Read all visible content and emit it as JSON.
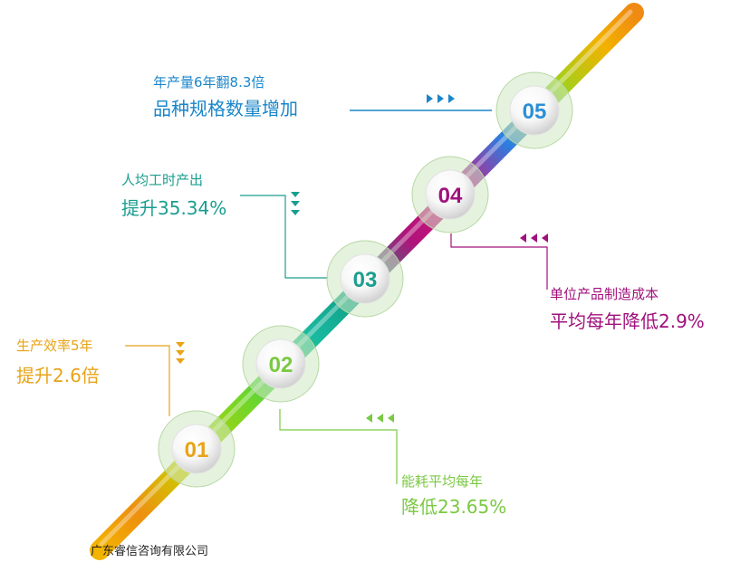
{
  "steps": [
    {
      "number": "01",
      "line1": "生产效率5年",
      "line2": "提升2.6倍",
      "color": "#e8a317"
    },
    {
      "number": "02",
      "line1": "能耗平均每年",
      "line2": "降低23.65%",
      "color": "#7ac943"
    },
    {
      "number": "03",
      "line1": "人均工时产出",
      "line2": "提升35.34%",
      "color": "#1a9e8f"
    },
    {
      "number": "04",
      "line1": "单位产品制造成本",
      "line2": "平均每年降低2.9%",
      "color": "#a0107c"
    },
    {
      "number": "05",
      "line1": "年产量6年翻8.3倍",
      "line2": "品种规格数量增加",
      "color": "#2b8fd6"
    }
  ],
  "credit": "广东睿信咨询有限公司"
}
